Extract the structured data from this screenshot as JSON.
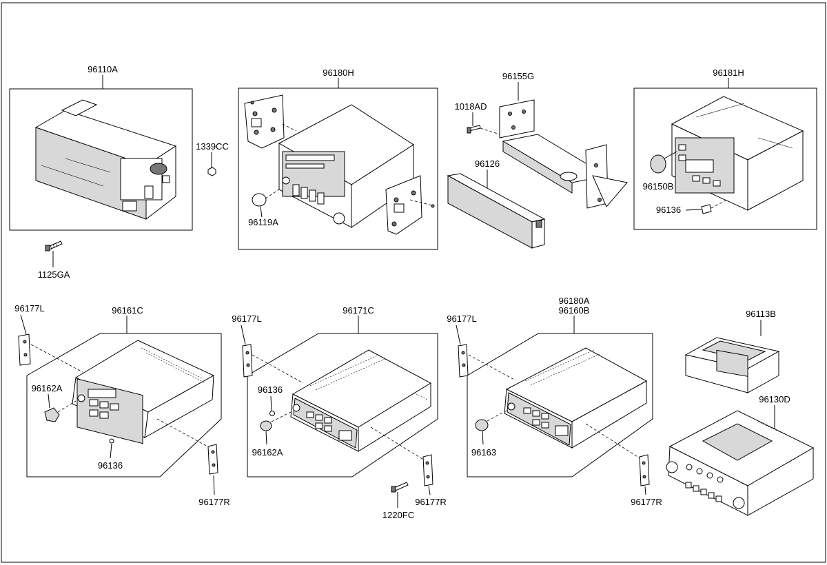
{
  "labels": {
    "p96110A": "96110A",
    "p1339CC": "1339CC",
    "p1125GA": "1125GA",
    "p96180H": "96180H",
    "p96119A": "96119A",
    "p1018AD": "1018AD",
    "p96155G": "96155G",
    "p96126": "96126",
    "p96181H": "96181H",
    "p96150B": "96150B",
    "p96136_top": "96136",
    "p96177L_1": "96177L",
    "p96161C": "96161C",
    "p96162A_1": "96162A",
    "p96136_1": "96136",
    "p96177R_1": "96177R",
    "p96177L_2": "96177L",
    "p96171C": "96171C",
    "p96136_2": "96136",
    "p96162A_2": "96162A",
    "p1220FC": "1220FC",
    "p96177R_2": "96177R",
    "p96177L_3": "96177L",
    "p96180A": "96180A",
    "p96160B": "96160B",
    "p96163": "96163",
    "p96177R_3": "96177R",
    "p96113B": "96113B",
    "p96130D": "96130D"
  }
}
